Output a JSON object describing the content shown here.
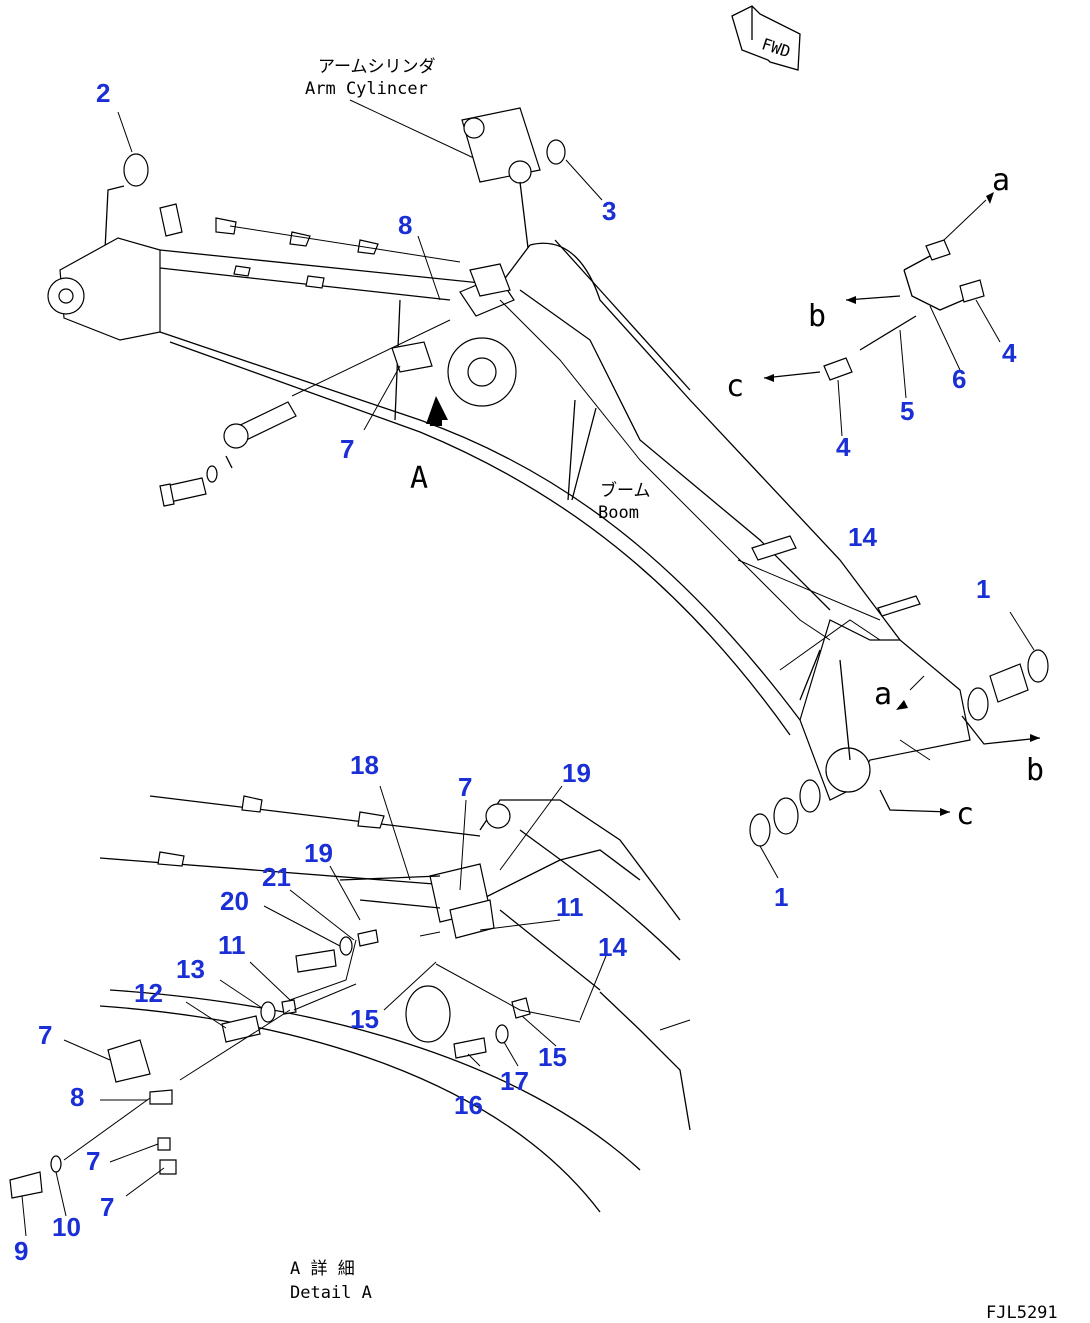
{
  "labels": {
    "arm_cylinder_jp": "アームシリンダ",
    "arm_cylinder_en": "Arm Cylincer",
    "boom_jp": "ブーム",
    "boom_en": "Boom",
    "view_letter": "A",
    "detail_jp": "A 詳 細",
    "detail_en": "Detail A",
    "fwd": "FWD",
    "figure_code": "FJL5291"
  },
  "connectors": [
    "a",
    "b",
    "c"
  ],
  "callouts": {
    "c1": "1",
    "c2": "2",
    "c3": "3",
    "c4": "4",
    "c5": "5",
    "c6": "6",
    "c7": "7",
    "c8": "8",
    "c9": "9",
    "c10": "10",
    "c11": "11",
    "c12": "12",
    "c13": "13",
    "c14": "14",
    "c15": "15",
    "c16": "16",
    "c17": "17",
    "c18": "18",
    "c19": "19",
    "c20": "20",
    "c21": "21"
  },
  "colors": {
    "callout": "#1a2fd6",
    "line": "#000000"
  }
}
